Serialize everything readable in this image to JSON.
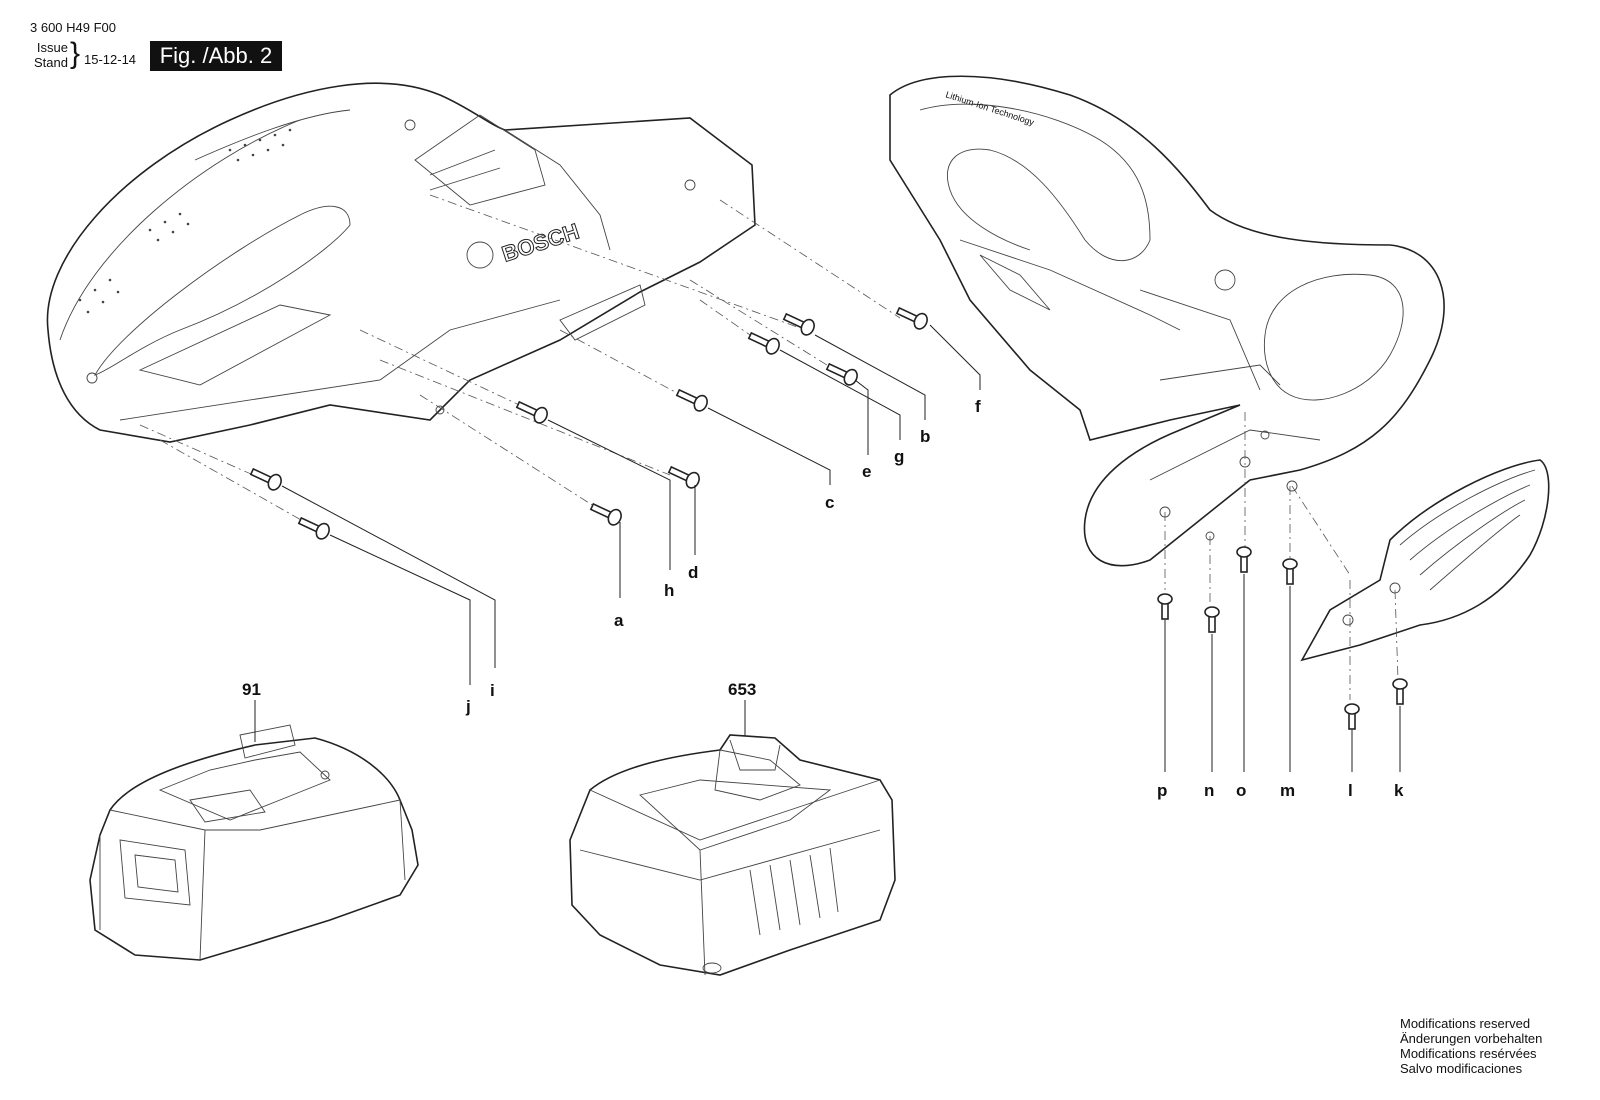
{
  "header": {
    "part_number": "3 600 H49 F00",
    "issue_label": "Issue",
    "stand_label": "Stand",
    "date": "15-12-14",
    "figure": "Fig. /Abb. 2"
  },
  "brand_mark": "BOSCH",
  "handle_text": "Lithium-Ion Technology",
  "part_labels": {
    "a": "a",
    "b": "b",
    "c": "c",
    "d": "d",
    "e": "e",
    "f": "f",
    "g": "g",
    "h": "h",
    "i": "i",
    "j": "j",
    "k": "k",
    "l": "l",
    "m": "m",
    "n": "n",
    "o": "o",
    "p": "p",
    "battery": "91",
    "charger": "653"
  },
  "footer": {
    "line1": "Modifications reserved",
    "line2": "Änderungen vorbehalten",
    "line3": "Modifications resérvées",
    "line4": "Salvo modificaciones"
  }
}
